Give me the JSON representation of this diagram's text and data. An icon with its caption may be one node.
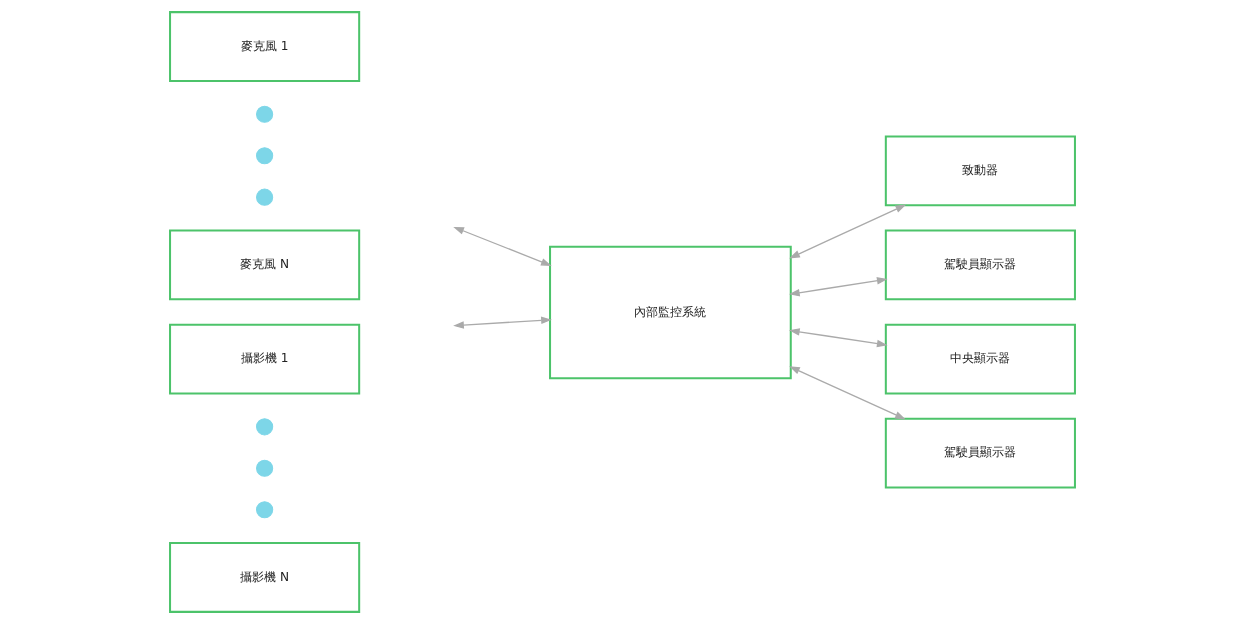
{
  "diagram": {
    "nodes": [
      {
        "text": [
          "麥克風 1"
        ]
      },
      {
        "text": [],
        "shape": "circle"
      },
      {
        "text": [],
        "shape": "circle"
      },
      {
        "text": [],
        "shape": "circle"
      },
      {
        "text": [
          "麥克風 N"
        ]
      },
      {
        "text": [
          "攝影機 1"
        ]
      },
      {
        "text": [],
        "shape": "circle"
      },
      {
        "text": [],
        "shape": "circle"
      },
      {
        "text": [],
        "shape": "circle"
      },
      {
        "text": [
          "攝影機 N"
        ]
      },
      {
        "text": [
          "內部監控系統"
        ]
      },
      {
        "text": [
          "致動器"
        ]
      },
      {
        "text": [
          "駕駛員顯示器"
        ]
      },
      {
        "text": [
          "中央顯示器"
        ]
      },
      {
        "text": [
          "駕駛員顯示器"
        ]
      }
    ],
    "edges": [
      {
        "from": null,
        "to": 10,
        "arrow": "both"
      },
      {
        "from": null,
        "to": 10,
        "arrow": "both"
      },
      {
        "from": 10,
        "to": 11,
        "arrow": "both"
      },
      {
        "from": 10,
        "to": 12,
        "arrow": "both"
      },
      {
        "from": 10,
        "to": 13,
        "arrow": "both"
      },
      {
        "from": 10,
        "to": 14,
        "arrow": "both"
      }
    ]
  }
}
